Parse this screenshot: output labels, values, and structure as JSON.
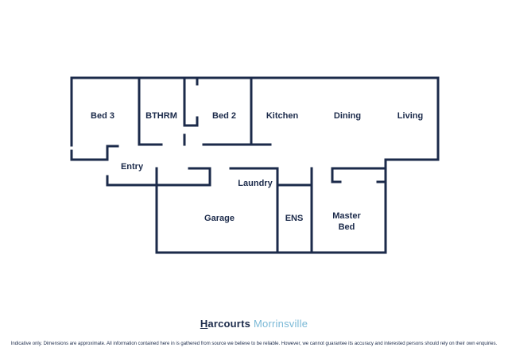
{
  "rooms": {
    "bed3": "Bed 3",
    "bthrm": "BTHRM",
    "bed2": "Bed 2",
    "kitchen": "Kitchen",
    "dining": "Dining",
    "living": "Living",
    "entry": "Entry",
    "laundry": "Laundry",
    "garage": "Garage",
    "ens": "ENS",
    "master_bed_line1": "Master",
    "master_bed_line2": "Bed"
  },
  "brand": {
    "initial": "H",
    "name_rest": "arcourts",
    "location": "Morrinsville"
  },
  "disclaimer": "Indicative only. Dimensions are approximate. All information contained here in is gathered from source we believe to be reliable. However, we cannot guarantee its accuracy and interested persons should rely on their own enquiries.",
  "colors": {
    "wall": "#1b2a4a",
    "brand_primary": "#1b2a4a",
    "brand_accent": "#7ab8d6"
  }
}
